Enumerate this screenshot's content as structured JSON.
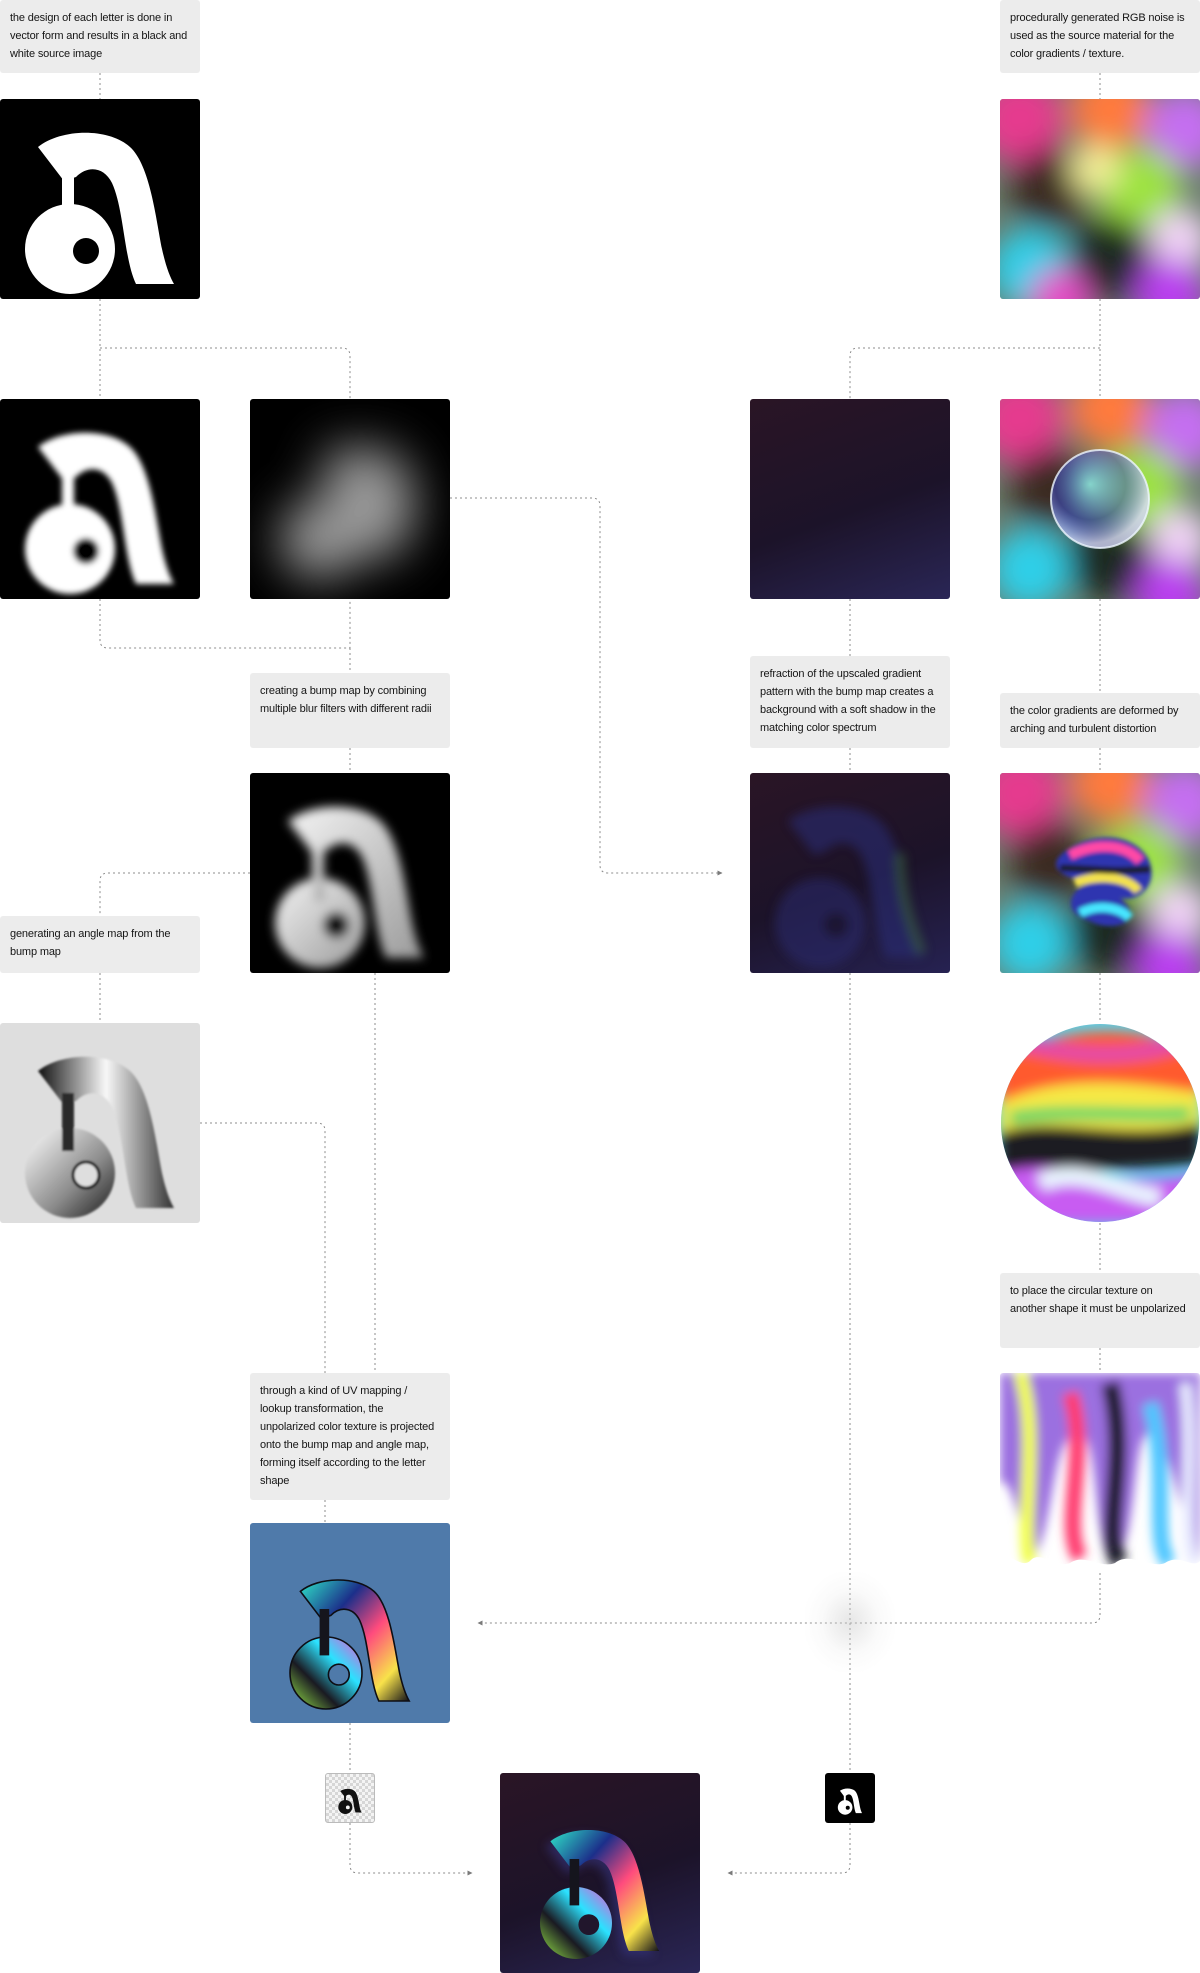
{
  "notes": {
    "vector_source": "the design of each letter is done in vector form and results in a black and white source image",
    "rgb_noise": "procedurally generated RGB noise is used as the source material for the color gradients / texture.",
    "bump_map": "creating a bump map by combining multiple blur filters with different radii",
    "refraction": "refraction of the upscaled gradient pattern with the bump map creates a background with a soft shadow in the matching color spectrum",
    "deform": "the color gradients are deformed by arching and turbulent distortion",
    "angle_map": "generating an angle map from the bump map",
    "unpolarize": "to place the circular texture on another shape it must be unpolarized",
    "uv_mapping": "through a kind of UV mapping / lookup transformation, the unpolarized color texture is projected onto the bump map and angle map, forming itself according to the letter shape"
  },
  "colors": {
    "canvas": "#ffffff",
    "note_bg": "#ececec",
    "connector": "#8a8a8a",
    "mapping_blue": "#4f7aaa",
    "dark_bg": "#1e1530"
  },
  "icons": {
    "arrow": "triangle-arrow-icon",
    "letter": "letter-a-glyph"
  }
}
